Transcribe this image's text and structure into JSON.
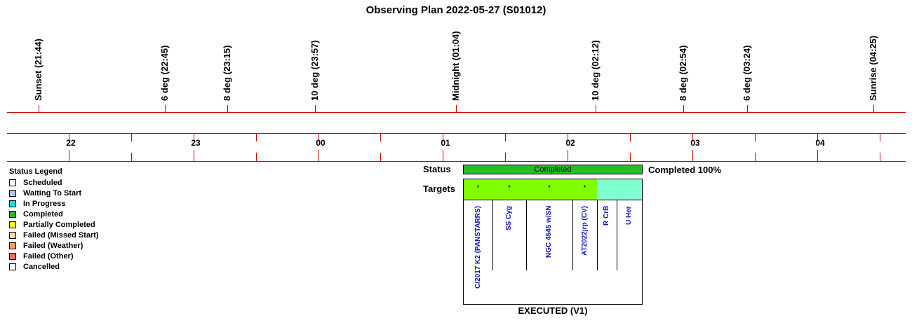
{
  "title": "Observing Plan 2022-05-27 (S01012)",
  "colors": {
    "axis": "#d00000",
    "target_text": "#1010c0",
    "executed": "#80ff00",
    "queued": "#80ffd0"
  },
  "events": [
    {
      "label": "Sunset (21:44)"
    },
    {
      "label": "6 deg (22:45)"
    },
    {
      "label": "8 deg (23:15)"
    },
    {
      "label": "10 deg (23:57)"
    },
    {
      "label": "Midnight (01:04)"
    },
    {
      "label": "10 deg (02:12)"
    },
    {
      "label": "8 deg (02:54)"
    },
    {
      "label": "6 deg (03:24)"
    },
    {
      "label": "Sunrise (04:25)"
    }
  ],
  "hours": [
    "22",
    "23",
    "00",
    "01",
    "02",
    "03",
    "04"
  ],
  "legend": {
    "title": "Status Legend",
    "items": [
      {
        "label": "Scheduled",
        "color": "#ffffff"
      },
      {
        "label": "Waiting To Start",
        "color": "#a8cce0"
      },
      {
        "label": "In Progress",
        "color": "#10e0e0"
      },
      {
        "label": "Completed",
        "color": "#22c022"
      },
      {
        "label": "Partially Completed",
        "color": "#ffff00"
      },
      {
        "label": "Failed (Missed Start)",
        "color": "#ffd8b0"
      },
      {
        "label": "Failed (Weather)",
        "color": "#ff9c60"
      },
      {
        "label": "Failed (Other)",
        "color": "#ff7060"
      },
      {
        "label": "Cancelled",
        "color": "#ffffff"
      }
    ]
  },
  "status_row": {
    "label": "Status",
    "bar_text": "Completed",
    "summary": "Completed 100%"
  },
  "targets_row": {
    "label": "Targets",
    "cells": [
      {
        "mark": "*",
        "name": "C/2017 K2 (PANSTARRS)"
      },
      {
        "mark": "*",
        "name": "SS Cyg"
      },
      {
        "mark": "*",
        "name": "NGC 4545 w/SN"
      },
      {
        "mark": "*",
        "name": "AT2022jrp (CV)"
      },
      {
        "mark": "",
        "name": "R CrB"
      },
      {
        "mark": "",
        "name": "U Her"
      }
    ]
  },
  "footer": "EXECUTED (V1)"
}
